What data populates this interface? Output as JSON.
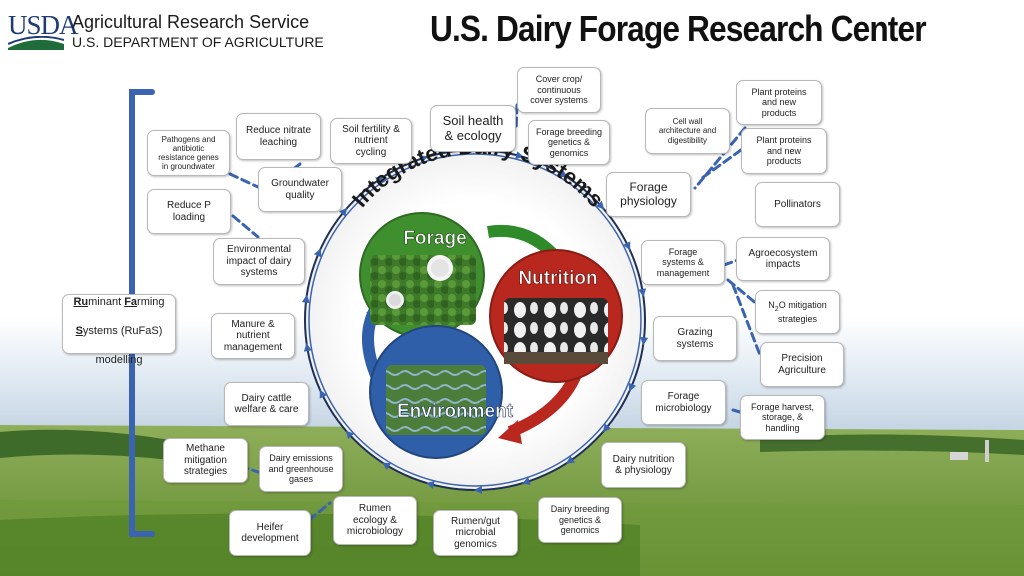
{
  "header": {
    "usda_logo": "USDA",
    "agency": "Agricultural Research Service",
    "department": "U.S. DEPARTMENT OF AGRICULTURE",
    "title": "U.S. Dairy Forage Research Center"
  },
  "hub": {
    "ring_title": "Integrated Dairy Systems",
    "forage": "Forage",
    "nutrition": "Nutrition",
    "environment": "Environment"
  },
  "rufas": {
    "ru": "Ru",
    "minant": "minant ",
    "fa": "Fa",
    "rming": "rming",
    "s": "S",
    "ystems": "ystems (RuFaS)",
    "modelling": "modelling"
  },
  "topics": {
    "soil_health": "Soil health\n& ecology",
    "cover_crop": "Cover crop/\ncontinuous\ncover systems",
    "soil_fertility": "Soil fertility &\nnutrient\ncycling",
    "reduce_nitrate": "Reduce nitrate\nleaching",
    "forage_breeding": "Forage breeding\ngenetics &\ngenomics",
    "pathogens": "Pathogens and\nantibiotic\nresistance genes\nin groundwater",
    "groundwater": "Groundwater\nquality",
    "reduce_p": "Reduce P\nloading",
    "env_impact": "Environmental\nimpact of dairy\nsystems",
    "manure": "Manure &\nnutrient\nmanagement",
    "cattle_welfare": "Dairy cattle\nwelfare & care",
    "methane": "Methane\nmitigation\nstrategies",
    "emissions": "Dairy emissions\nand greenhouse\ngases",
    "heifer": "Heifer\ndevelopment",
    "rumen_ecology": "Rumen\necology &\nmicrobiology",
    "rumen_gut": "Rumen/gut\nmicrobial\ngenomics",
    "dairy_breeding": "Dairy breeding\ngenetics &\ngenomics",
    "dairy_nutrition": "Dairy nutrition\n& physiology",
    "forage_micro": "Forage\nmicrobiology",
    "forage_harvest": "Forage harvest,\nstorage, &\nhandling",
    "grazing": "Grazing\nsystems",
    "precision": "Precision\nAgriculture",
    "n2o_n": "N",
    "n2o_sub": "2",
    "n2o_rest": "O mitigation\nstrategies",
    "agroeco": "Agroecosystem\nimpacts",
    "forage_sys": "Forage\nsystems &\nmanagement",
    "pollinators": "Pollinators",
    "forage_phys": "Forage\nphysiology",
    "cell_wall": "Cell wall\narchitecture and\ndigestibility",
    "plant_proteins_1": "Plant proteins\nand new\nproducts",
    "plant_proteins_2": "Plant proteins\nand new\nproducts"
  },
  "colors": {
    "forage_green": "#3f8f2f",
    "nutrition_red": "#b8281f",
    "environment_blue": "#2f5fa8",
    "connector_blue": "#3a63b0",
    "usda_blue": "#1f3b73"
  }
}
